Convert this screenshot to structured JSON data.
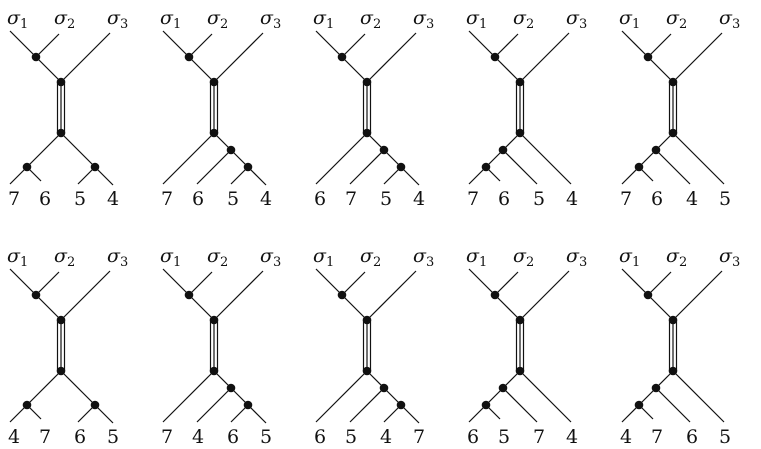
{
  "sigma_symbol": "σ",
  "sigma_labels": [
    "1",
    "2",
    "3"
  ],
  "diagrams": [
    {
      "leaves": [
        "7",
        "6",
        "5",
        "4"
      ],
      "bottom": "split"
    },
    {
      "leaves": [
        "7",
        "6",
        "5",
        "4"
      ],
      "bottom": "right"
    },
    {
      "leaves": [
        "6",
        "7",
        "5",
        "4"
      ],
      "bottom": "right"
    },
    {
      "leaves": [
        "7",
        "6",
        "5",
        "4"
      ],
      "bottom": "left"
    },
    {
      "leaves": [
        "7",
        "6",
        "4",
        "5"
      ],
      "bottom": "left"
    },
    {
      "leaves": [
        "4",
        "7",
        "6",
        "5"
      ],
      "bottom": "split"
    },
    {
      "leaves": [
        "7",
        "4",
        "6",
        "5"
      ],
      "bottom": "right"
    },
    {
      "leaves": [
        "6",
        "5",
        "4",
        "7"
      ],
      "bottom": "right"
    },
    {
      "leaves": [
        "6",
        "5",
        "7",
        "4"
      ],
      "bottom": "left"
    },
    {
      "leaves": [
        "4",
        "7",
        "6",
        "5"
      ],
      "bottom": "left"
    }
  ]
}
